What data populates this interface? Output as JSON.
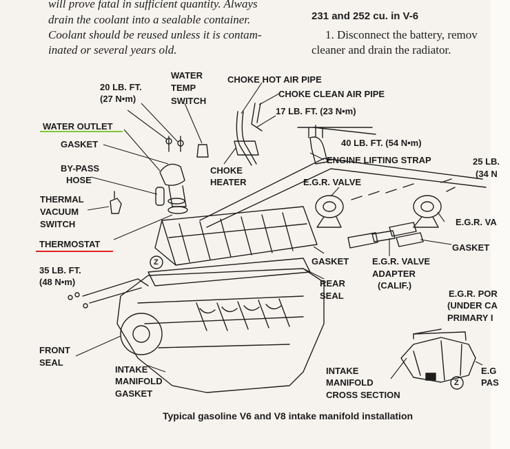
{
  "intro": {
    "line1": "will prove fatal in sufficient quantity. Always",
    "line2": "drain the coolant into a sealable container.",
    "line3": "Coolant should be reused unless it is contam-",
    "line4": "inated or several years old."
  },
  "right_col": {
    "heading": "231 and 252 cu. in V-6",
    "step1_a": "1. Disconnect the battery, remov",
    "step1_b": "cleaner and drain the radiator."
  },
  "labels": {
    "torque_20": "20 LB. FT.",
    "torque_20_nm": "(27 N•m)",
    "water_temp_1": "WATER",
    "water_temp_2": "TEMP",
    "water_temp_3": "SWITCH",
    "choke_hot_air_pipe": "CHOKE HOT AIR PIPE",
    "choke_clean_air_pipe": "CHOKE CLEAN AIR PIPE",
    "torque_17": "17 LB. FT. (23 N•m)",
    "water_outlet": "WATER OUTLET",
    "gasket_top": "GASKET",
    "torque_40": "40 LB. FT. (54 N•m)",
    "bypass_1": "BY-PASS",
    "bypass_2": "HOSE",
    "choke_heater_1": "CHOKE",
    "choke_heater_2": "HEATER",
    "engine_lifting_strap": "ENGINE LIFTING STRAP",
    "torque_25_1": "25 LB.",
    "torque_25_2": "(34 N",
    "egr_valve_left": "E.G.R. VALVE",
    "thermal_1": "THERMAL",
    "thermal_2": "VACUUM",
    "thermal_3": "SWITCH",
    "egr_valve_right": "E.G.R. VA",
    "thermostat": "THERMOSTAT",
    "gasket_right": "GASKET",
    "gasket_mid": "GASKET",
    "egr_adapter_1": "E.G.R. VALVE",
    "egr_adapter_2": "ADAPTER",
    "egr_adapter_3": "(CALIF.)",
    "torque_35": "35 LB. FT.",
    "torque_35_nm": "(48 N•m)",
    "rear_seal_1": "REAR",
    "rear_seal_2": "SEAL",
    "egr_port_1": "E.G.R. POR",
    "egr_port_2": "(UNDER CA",
    "egr_port_3": "PRIMARY I",
    "front_seal_1": "FRONT",
    "front_seal_2": "SEAL",
    "intake_gasket_1": "INTAKE",
    "intake_gasket_2": "MANIFOLD",
    "intake_gasket_3": "GASKET",
    "cross_section_1": "INTAKE",
    "cross_section_2": "MANIFOLD",
    "cross_section_3": "CROSS SECTION",
    "egr_pas_1": "E.G",
    "egr_pas_2": "PAS",
    "z_mark": "Z"
  },
  "caption": "Typical gasoline V6 and V8 intake manifold installation",
  "colors": {
    "water_outlet_underline": "#7fc63a",
    "thermostat_underline": "#e02020"
  }
}
